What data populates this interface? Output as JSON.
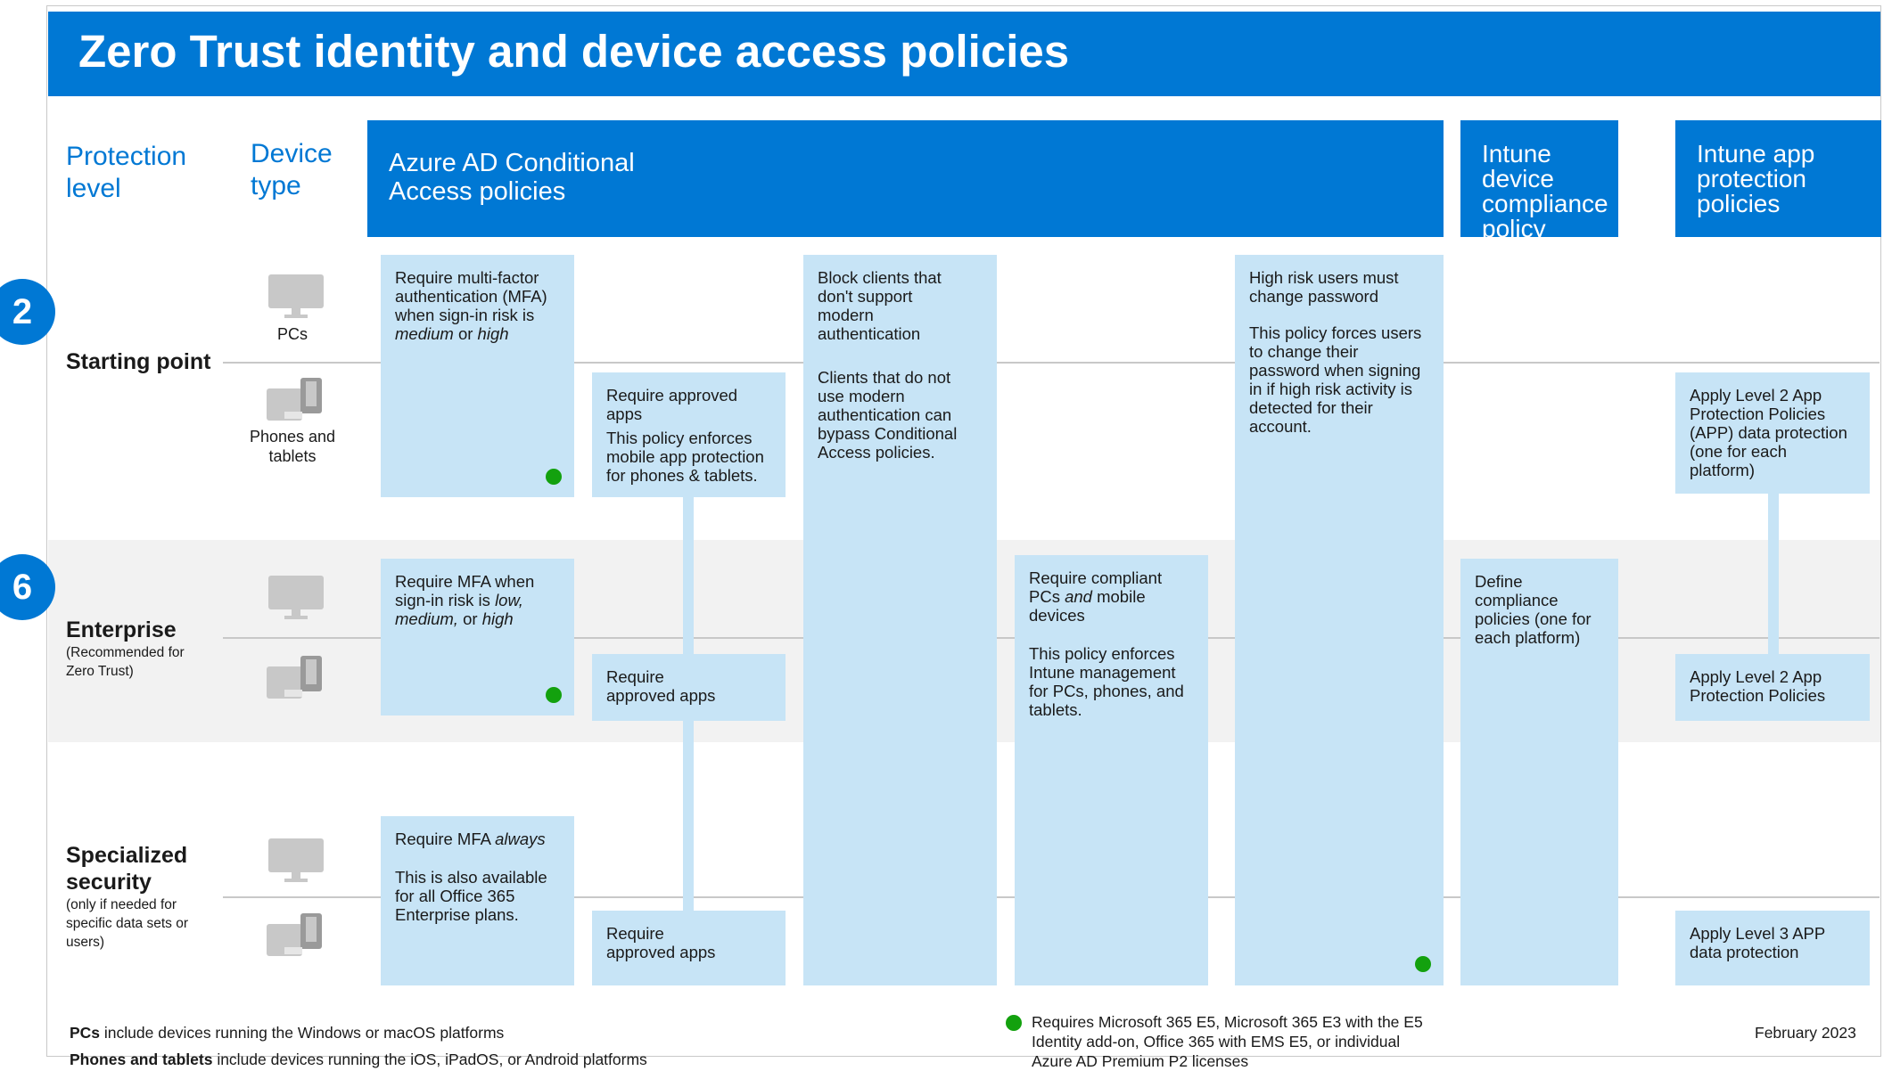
{
  "title": "Zero Trust identity and device access policies",
  "headers": {
    "protection_level": "Protection\nlevel",
    "device_type": "Device\ntype",
    "azure_ad": "Azure AD Conditional\nAccess policies",
    "intune_compliance": "Intune device\ncompliance\npolicy",
    "intune_app": "Intune app\nprotection\npolicies"
  },
  "levels": {
    "starting": {
      "badge": "2",
      "name": "Starting point"
    },
    "enterprise": {
      "badge": "6",
      "name": "Enterprise",
      "note": "(Recommended for\nZero Trust)"
    },
    "specialized": {
      "name": "Specialized\nsecurity",
      "note": "(only if needed for\nspecific data sets or\nusers)"
    }
  },
  "devices": {
    "pcs": "PCs",
    "phones": "Phones and\ntablets"
  },
  "cells": {
    "mfa_medium_high": {
      "part1": "Require multi-factor\nauthentication (MFA)\nwhen sign-in risk is\n",
      "em1": "medium",
      "part2": " or ",
      "em2": "high"
    },
    "approved_apps_start": {
      "line1": "Require approved\napps",
      "line2": "This policy enforces\nmobile app protection\nfor phones & tablets."
    },
    "block_legacy": {
      "line1": "Block clients that\ndon't support\nmodern\nauthentication",
      "line2": "Clients that do not\nuse modern\nauthentication can\nbypass Conditional\nAccess policies."
    },
    "high_risk_users": {
      "line1": "High risk users must\nchange password",
      "line2": "This policy forces users\nto change their\npassword when signing\nin if high risk activity is\ndetected for their\naccount."
    },
    "app_level2_start": {
      "line1": "Apply Level 2 App\nProtection Policies\n(APP) data protection\n(one for each\nplatform)"
    },
    "mfa_low_medium_high": {
      "part1": "Require MFA when\nsign-in risk is ",
      "em1": "low,\nmedium,",
      "part2": " or ",
      "em2": "high"
    },
    "approved_apps_ent": {
      "line1": "Require\napproved apps"
    },
    "compliant_pcs": {
      "part1": "Require compliant\nPCs ",
      "em1": "and",
      "part2": " mobile\ndevices",
      "line2": "This policy enforces\nIntune management\nfor PCs, phones, and\ntablets."
    },
    "define_compliance": {
      "line1": "Define compliance\npolicies (one for\neach platform)"
    },
    "app_level2_ent": {
      "line1": "Apply Level 2 App\nProtection Policies"
    },
    "mfa_always": {
      "part1": "Require MFA ",
      "em1": "always",
      "line2": "This is also available\nfor all Office 365\nEnterprise plans."
    },
    "approved_apps_spec": {
      "line1": "Require\napproved apps"
    },
    "app_level3": {
      "line1": "Apply Level 3 APP\ndata protection"
    }
  },
  "footer": {
    "pcs_bold": "PCs",
    "pcs_text": " include devices running the Windows or macOS platforms",
    "phones_bold": "Phones and tablets",
    "phones_text": " include devices running the iOS, iPadOS, or Android platforms",
    "license_note": "Requires Microsoft 365 E5, Microsoft 365 E3 with the E5\nIdentity add-on, Office 365 with EMS E5, or individual\nAzure AD Premium P2 licenses",
    "date": "February 2023"
  },
  "colors": {
    "brand_blue": "#0078d4",
    "cell_blue": "#c7e4f6",
    "band_gray": "#f2f2f2",
    "license_dot": "#13a10e",
    "icon_gray": "#c8c8c8"
  },
  "icons": [
    "monitor-icon",
    "phone-tablet-icon",
    "license-dot-icon"
  ]
}
